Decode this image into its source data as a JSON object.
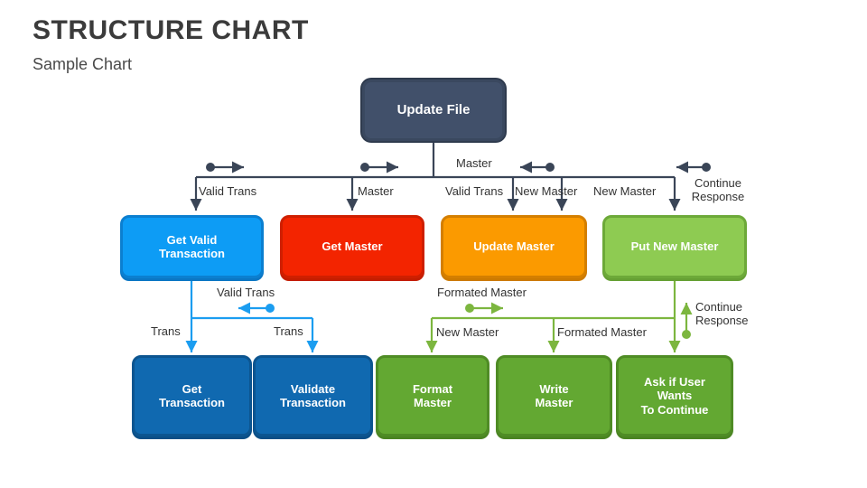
{
  "header": {
    "title": "STRUCTURE CHART",
    "subtitle": "Sample Chart"
  },
  "colors": {
    "root": "#41506a",
    "blue_light": "#0d9cf5",
    "red": "#f32400",
    "orange": "#fb9a00",
    "green_light": "#8ecb52",
    "blue_dark": "#1069b0",
    "green_dark": "#63a832",
    "wire_dark": "#3a4557",
    "wire_blue": "#1b9df0",
    "wire_green": "#7cb63f",
    "text": "#333333"
  },
  "chart_data": {
    "type": "diagram",
    "title": "STRUCTURE CHART",
    "subtitle": "Sample Chart",
    "levels": [
      {
        "level": 0,
        "nodes": [
          "Update File"
        ]
      },
      {
        "level": 1,
        "nodes": [
          "Get Valid Transaction",
          "Get Master",
          "Update Master",
          "Put New Master"
        ]
      },
      {
        "level": 2,
        "nodes": [
          "Get Transaction",
          "Validate Transaction",
          "Format Master",
          "Write Master",
          "Ask if User Wants To Continue"
        ]
      }
    ],
    "edges": [
      {
        "from": "Update File",
        "to": "Get Valid Transaction",
        "label": "Valid Trans"
      },
      {
        "from": "Update File",
        "to": "Get Master",
        "label": "Master"
      },
      {
        "from": "Update File",
        "to": "Update Master",
        "label": "Valid Trans"
      },
      {
        "from": "Update File",
        "to": "Update Master",
        "label": "New Master"
      },
      {
        "from": "Update File",
        "to": "Put New Master",
        "label": "New Master"
      },
      {
        "from": "Update File",
        "to": "Put New Master",
        "label": "Continue Response"
      },
      {
        "from": "Get Valid Transaction",
        "to": "Get Transaction",
        "label": "Trans"
      },
      {
        "from": "Get Valid Transaction",
        "to": "Validate Transaction",
        "label": "Trans"
      },
      {
        "from": "Update Master",
        "to": "Format Master",
        "label": "New Master"
      },
      {
        "from": "Update Master",
        "to": "Write Master",
        "label": "Formated Master"
      },
      {
        "from": "Put New Master",
        "to": "Ask if User Wants To Continue",
        "label": "Continue Response"
      }
    ],
    "data_couples": [
      {
        "label": "Valid Trans",
        "direction": "right",
        "level": "root"
      },
      {
        "label": "Master",
        "direction": "right",
        "level": "root"
      },
      {
        "label": "Master",
        "direction": "left",
        "level": "root"
      },
      {
        "label": "New Master",
        "direction": "left",
        "level": "root"
      },
      {
        "label": "Valid Trans",
        "direction": "left",
        "level": "blue-branch"
      },
      {
        "label": "Formated Master",
        "direction": "right",
        "level": "green-branch"
      },
      {
        "label": "Continue Response",
        "direction": "up",
        "level": "green-branch"
      }
    ]
  },
  "nodes": {
    "root": {
      "label": "Update File"
    },
    "mid": [
      {
        "label": "Get Valid\nTransaction"
      },
      {
        "label": "Get Master"
      },
      {
        "label": "Update Master"
      },
      {
        "label": "Put New Master"
      }
    ],
    "bottom": [
      {
        "label": "Get\nTransaction"
      },
      {
        "label": "Validate\nTransaction"
      },
      {
        "label": "Format\nMaster"
      },
      {
        "label": "Write\nMaster"
      },
      {
        "label": "Ask if User Wants\nTo Continue"
      }
    ]
  },
  "wire_labels": {
    "root_valid_trans_left": "Valid Trans",
    "root_master": "Master",
    "root_valid_trans_mid": "Valid Trans",
    "root_new_master_a": "New Master",
    "root_new_master_b": "New Master",
    "root_continue_response": "Continue\nResponse",
    "couple_master_top": "Master",
    "blue_valid_trans": "Valid Trans",
    "blue_trans_left": "Trans",
    "blue_trans_right": "Trans",
    "green_formated_master_top": "Formated Master",
    "green_new_master": "New Master",
    "green_formated_master": "Formated Master",
    "green_continue_response": "Continue\nResponse"
  }
}
